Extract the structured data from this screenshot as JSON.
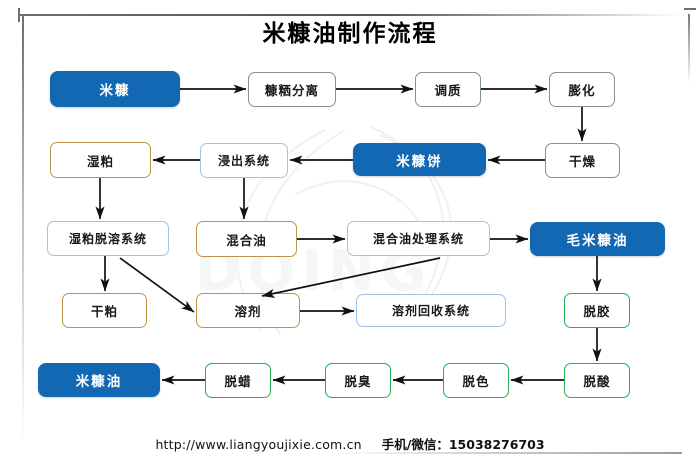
{
  "title": "米糠油制作流程",
  "colors": {
    "brand_blue": "#1268b3",
    "gold": "#bf9442",
    "green": "#22b14c",
    "gray_green": "#7f938c",
    "light_blue": "#9dc3e6",
    "background": "#ffffff"
  },
  "footer": {
    "url": "http://www.liangyoujixie.com.cn",
    "phone_label": "手机/微信：15038276703"
  },
  "watermark": {
    "text": "DOING"
  },
  "chart_data": {
    "type": "diagram",
    "title": "米糠油制作流程",
    "nodes": [
      {
        "id": "rice_bran",
        "label": "米糠",
        "style": "filled-blue",
        "row": 1
      },
      {
        "id": "chaff_separation",
        "label": "糠粞分离",
        "style": "gray-green",
        "row": 1
      },
      {
        "id": "conditioning",
        "label": "调质",
        "style": "gray-green",
        "row": 1
      },
      {
        "id": "expansion",
        "label": "膨化",
        "style": "gray-green",
        "row": 1
      },
      {
        "id": "drying",
        "label": "干燥",
        "style": "gray-green",
        "row": 2
      },
      {
        "id": "rice_bran_cake",
        "label": "米糠饼",
        "style": "filled-blue",
        "row": 2
      },
      {
        "id": "extraction_system",
        "label": "浸出系统",
        "style": "light-blue",
        "row": 2
      },
      {
        "id": "wet_meal",
        "label": "湿粕",
        "style": "gold",
        "row": 2
      },
      {
        "id": "wet_meal_desolvent",
        "label": "湿粕脱溶系统",
        "style": "light-blue",
        "row": 3
      },
      {
        "id": "mixed_oil",
        "label": "混合油",
        "style": "gold",
        "row": 3
      },
      {
        "id": "mixed_oil_system",
        "label": "混合油处理系统",
        "style": "light-blue",
        "row": 3
      },
      {
        "id": "crude_rice_oil",
        "label": "毛米糠油",
        "style": "filled-blue",
        "row": 3
      },
      {
        "id": "dry_meal",
        "label": "干粕",
        "style": "gold",
        "row": 4
      },
      {
        "id": "solvent",
        "label": "溶剂",
        "style": "gold",
        "row": 4
      },
      {
        "id": "solvent_recovery",
        "label": "溶剂回收系统",
        "style": "light-blue",
        "row": 4
      },
      {
        "id": "degumming",
        "label": "脱胶",
        "style": "green",
        "row": 4
      },
      {
        "id": "deacidification",
        "label": "脱酸",
        "style": "green",
        "row": 5
      },
      {
        "id": "decolorization",
        "label": "脱色",
        "style": "green",
        "row": 5
      },
      {
        "id": "deodorization",
        "label": "脱臭",
        "style": "green",
        "row": 5
      },
      {
        "id": "dewaxing",
        "label": "脱蜡",
        "style": "green",
        "row": 5
      },
      {
        "id": "rice_bran_oil",
        "label": "米糠油",
        "style": "filled-blue",
        "row": 5
      }
    ],
    "edges": [
      [
        "rice_bran",
        "chaff_separation"
      ],
      [
        "chaff_separation",
        "conditioning"
      ],
      [
        "conditioning",
        "expansion"
      ],
      [
        "expansion",
        "drying"
      ],
      [
        "drying",
        "rice_bran_cake"
      ],
      [
        "rice_bran_cake",
        "extraction_system"
      ],
      [
        "extraction_system",
        "wet_meal"
      ],
      [
        "wet_meal",
        "wet_meal_desolvent"
      ],
      [
        "extraction_system",
        "mixed_oil"
      ],
      [
        "mixed_oil",
        "mixed_oil_system"
      ],
      [
        "mixed_oil_system",
        "crude_rice_oil"
      ],
      [
        "wet_meal_desolvent",
        "dry_meal"
      ],
      [
        "wet_meal_desolvent",
        "solvent"
      ],
      [
        "mixed_oil_system",
        "solvent"
      ],
      [
        "solvent",
        "solvent_recovery"
      ],
      [
        "crude_rice_oil",
        "degumming"
      ],
      [
        "degumming",
        "deacidification"
      ],
      [
        "deacidification",
        "decolorization"
      ],
      [
        "decolorization",
        "deodorization"
      ],
      [
        "deodorization",
        "dewaxing"
      ],
      [
        "dewaxing",
        "rice_bran_oil"
      ]
    ]
  }
}
